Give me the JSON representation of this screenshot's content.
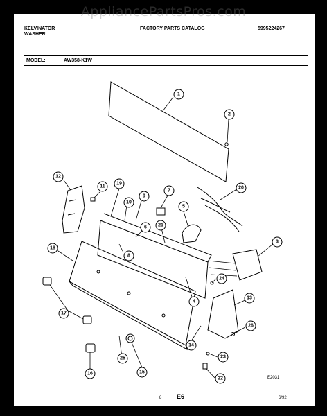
{
  "watermark": "AppliancePartsPros.com",
  "header": {
    "brand": "KELVINATOR",
    "product": "WASHER",
    "catalog_title": "FACTORY PARTS CATALOG",
    "catalog_number": "5995224267",
    "model_label": "MODEL:",
    "model_value": "AW358-K1W"
  },
  "callouts": [
    {
      "label": "1"
    },
    {
      "label": "2"
    },
    {
      "label": "3"
    },
    {
      "label": "4"
    },
    {
      "label": "5"
    },
    {
      "label": "6"
    },
    {
      "label": "7"
    },
    {
      "label": "8"
    },
    {
      "label": "9"
    },
    {
      "label": "10"
    },
    {
      "label": "11"
    },
    {
      "label": "12"
    },
    {
      "label": "13"
    },
    {
      "label": "14"
    },
    {
      "label": "15"
    },
    {
      "label": "16"
    },
    {
      "label": "17"
    },
    {
      "label": "17"
    },
    {
      "label": "18"
    },
    {
      "label": "19"
    },
    {
      "label": "20"
    },
    {
      "label": "21"
    },
    {
      "label": "22"
    },
    {
      "label": "23"
    },
    {
      "label": "24"
    },
    {
      "label": "25"
    },
    {
      "label": "26"
    }
  ],
  "footer": {
    "diagram_code": "E2031",
    "page_number": "8",
    "section": "E6",
    "date": "6/92"
  }
}
